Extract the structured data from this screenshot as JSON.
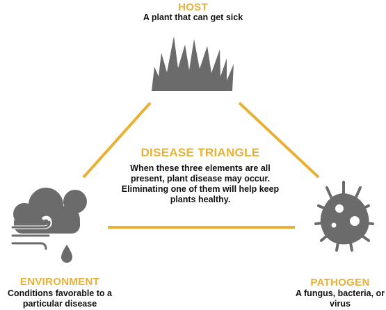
{
  "host": {
    "title": "HOST",
    "description": "A plant that can get sick",
    "icon": "grass-icon"
  },
  "center": {
    "title": "DISEASE TRIANGLE",
    "description": "When these three elements are all present, plant disease may occur. Eliminating one of them will help keep plants healthy."
  },
  "environment": {
    "title": "ENVIRONMENT",
    "description": "Conditions favorable to a particular disease",
    "icon": "storm-cloud-icon"
  },
  "pathogen": {
    "title": "PATHOGEN",
    "description": "A fungus, bacteria, or virus",
    "icon": "microbe-icon"
  },
  "colors": {
    "accent": "#e8b135",
    "icon": "#6b6b6b",
    "text": "#111111"
  }
}
